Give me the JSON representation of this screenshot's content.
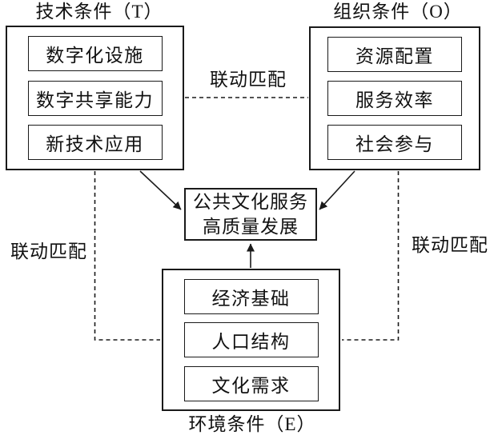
{
  "diagram": {
    "center": {
      "line1": "公共文化服务",
      "line2": "高质量发展"
    },
    "groups": {
      "technology": {
        "title": "技术条件（T）",
        "items": [
          "数字化设施",
          "数字共享能力",
          "新技术应用"
        ]
      },
      "organization": {
        "title": "组织条件（O）",
        "items": [
          "资源配置",
          "服务效率",
          "社会参与"
        ]
      },
      "environment": {
        "title": "环境条件（E）",
        "items": [
          "经济基础",
          "人口结构",
          "文化需求"
        ]
      }
    },
    "links": {
      "top_label": "联动匹配",
      "left_label": "联动匹配",
      "right_label": "联动匹配"
    },
    "colors": {
      "line": "#1a1a1a",
      "background": "#ffffff",
      "text": "#111111"
    }
  }
}
